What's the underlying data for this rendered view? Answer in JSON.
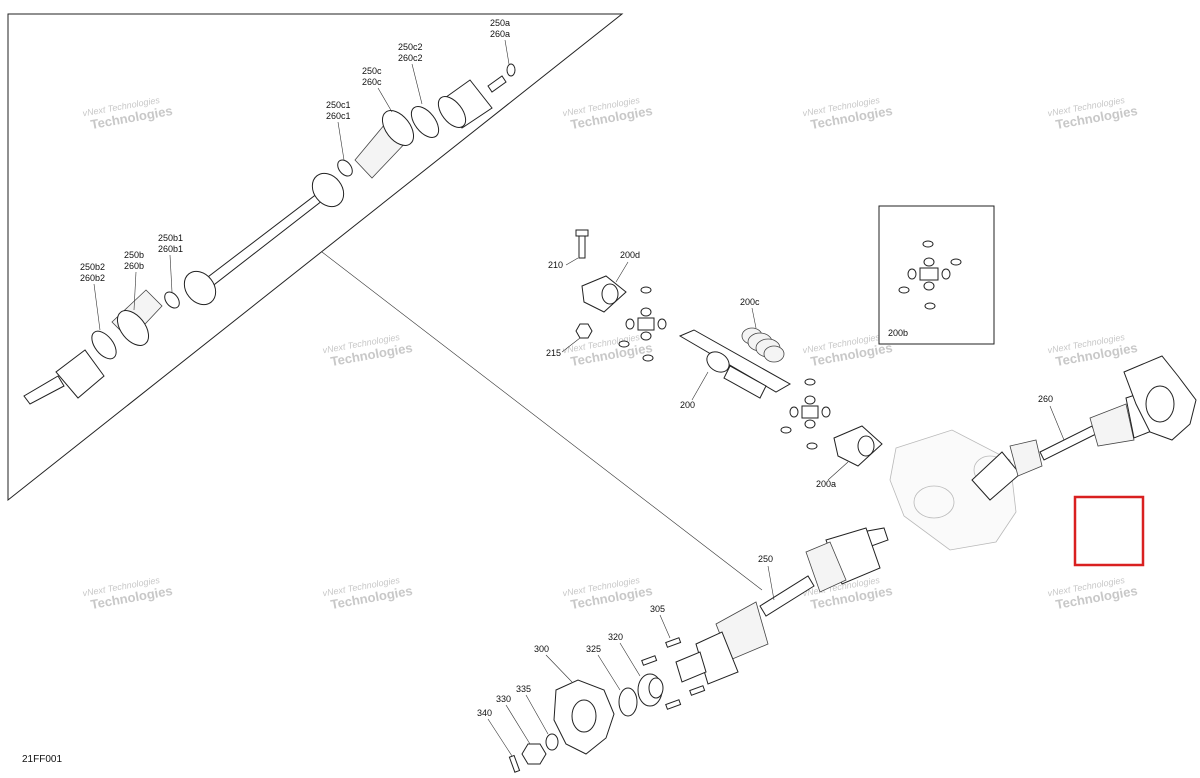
{
  "figure_id": "21FF001",
  "watermark": {
    "line1": "vNext",
    "line2": "Technologies",
    "small": "vNext Technologies"
  },
  "callouts": {
    "c250a": [
      "250a",
      "260a"
    ],
    "c250c2": [
      "250c2",
      "260c2"
    ],
    "c250c": [
      "250c",
      "260c"
    ],
    "c250c1": [
      "250c1",
      "260c1"
    ],
    "c250b1": [
      "250b1",
      "260b1"
    ],
    "c250b": [
      "250b",
      "260b"
    ],
    "c250b2": [
      "250b2",
      "260b2"
    ],
    "c210": "210",
    "c200d": "200d",
    "c200c": "200c",
    "c215": "215",
    "c200": "200",
    "c200a": "200a",
    "c200b": "200b",
    "c260": "260",
    "c250": "250",
    "c305": "305",
    "c320": "320",
    "c300": "300",
    "c325": "325",
    "c335": "335",
    "c330": "330",
    "c340": "340"
  },
  "highlight_color": "#d92020"
}
